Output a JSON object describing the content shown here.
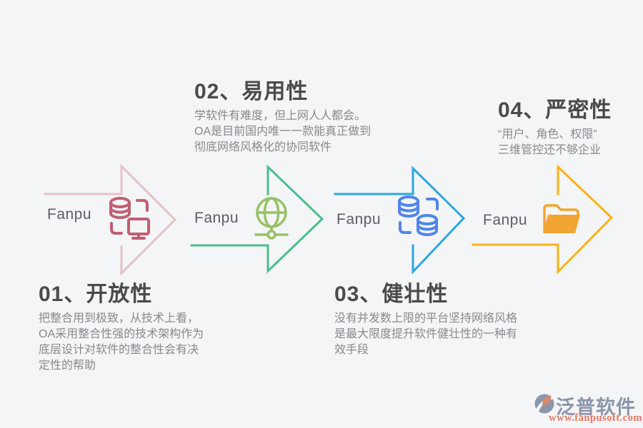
{
  "theme": {
    "background": "#f4f5f6",
    "title_color": "#4a4a4c",
    "body_text_color": "#87898d",
    "brand_label_color": "#5a5f66"
  },
  "brand": {
    "label": "Fanpu"
  },
  "features": [
    {
      "number": "01",
      "name": "开放性",
      "label": "01、开放性",
      "description": "把整合用到极致，从技术上看，\nOA采用整合性强的技术架构作为\n底层设计对软件的整合性会有决\n定性的帮助",
      "arrow_color": "#e3c2c7",
      "icon_color": "#c05f72",
      "icon": "database-monitor-sync-icon"
    },
    {
      "number": "02",
      "name": "易用性",
      "label": "02、易用性",
      "description": "学软件有难度，但上网人人都会。\nOA是目前国内唯一一款能真正做到\n彻底网络风格化的协同软件",
      "arrow_color": "#4cbe8e",
      "icon_color": "#97c166",
      "icon": "globe-network-icon"
    },
    {
      "number": "03",
      "name": "健壮性",
      "label": "03、健壮性",
      "description": "没有并发数上限的平台坚持网络风格\n是最大限度提升软件健壮性的一种有\n效手段",
      "arrow_color": "#2aa7e3",
      "icon_color": "#4f86e8",
      "icon": "database-sync-icon"
    },
    {
      "number": "04",
      "name": "严密性",
      "label": "04、严密性",
      "description": "“用户、角色、权限”\n三维管控还不够企业",
      "arrow_color": "#fbb117",
      "icon_color": "#f2a432",
      "icon": "folder-icon"
    }
  ],
  "logo": {
    "name": "泛普软件",
    "url": "www.fanpusoft.com",
    "text_color": "#8b95aa",
    "url_color": "#e0795f",
    "icon_primary_color": "#8b96ac",
    "icon_accent_color": "#df8569"
  }
}
